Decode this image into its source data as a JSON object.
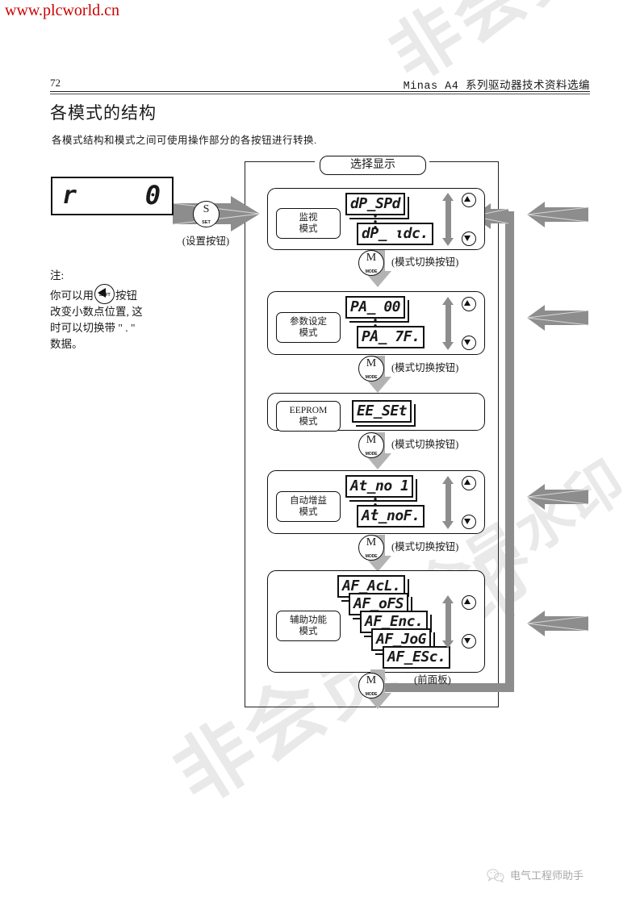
{
  "site_url": "www.plcworld.cn",
  "header": {
    "page_number": "72",
    "title": "Minas A4 系列驱动器技术资料选编"
  },
  "heading": "各模式的结构",
  "lead": "各模式结构和模式之间可使用操作部分的各按钮进行转换.",
  "display": {
    "left_char": "r",
    "right_char": "0"
  },
  "note": {
    "label": "注:",
    "line1_pre": "你可以用",
    "shift_icon_label": "SHIFT",
    "line1_post": "按钮",
    "line2": "改变小数点位置, 这",
    "line3": "时可以切换带 \" . \"",
    "line4": "数据。"
  },
  "set_button": {
    "glyph": "S",
    "sub": "SET",
    "caption": "(设置按钮)"
  },
  "select_display_tag": "选择显示",
  "mode_switch_caption": "(模式切换按钮)",
  "mode_button": {
    "glyph": "M",
    "sub": "MODE"
  },
  "front_panel_caption": "(前面板)",
  "modes": [
    {
      "id": "monitor",
      "label": "监视\n模式",
      "label_lines": [
        "监视",
        "模式"
      ],
      "items": [
        "dP_SPd",
        "dP_ ιdc."
      ],
      "has_updown": true,
      "has_ellipsis": true
    },
    {
      "id": "parameter",
      "label_lines": [
        "参数设定",
        "模式"
      ],
      "items": [
        "PA_ 00",
        "PA_ 7F."
      ],
      "has_updown": true,
      "has_ellipsis": true
    },
    {
      "id": "eeprom",
      "label_lines": [
        "EEPROM",
        "模式"
      ],
      "items": [
        "EE_SEt"
      ],
      "has_updown": false,
      "has_ellipsis": false
    },
    {
      "id": "autogain",
      "label_lines": [
        "自动增益",
        "模式"
      ],
      "items": [
        "At_no 1",
        "At_noF."
      ],
      "has_updown": true,
      "has_ellipsis": true
    },
    {
      "id": "auxfunc",
      "label_lines": [
        "辅助功能",
        "模式"
      ],
      "items": [
        "AF_AcL.",
        "AF_oFS",
        "AF_Enc.",
        "AF_JoG",
        "AF_ESc."
      ],
      "has_updown": true,
      "has_ellipsis": false
    }
  ],
  "watermark": {
    "text_a": "非会员水印",
    "text_b": "非会员水印",
    "text_c": "非会员水印"
  },
  "footer": {
    "account": "电气工程师助手"
  },
  "colors": {
    "url_red": "#cc0000",
    "arrow_gray": "#8d8d8d",
    "mode_arrow_gray": "#b3b3b3",
    "watermark_gray": "#e9e9e9",
    "ink": "#1a1a1a"
  }
}
